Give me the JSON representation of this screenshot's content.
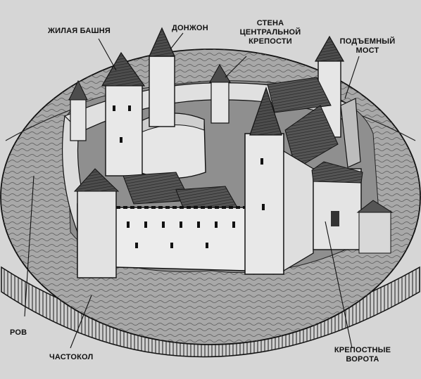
{
  "labels": {
    "residential_tower": "ЖИЛАЯ БАШНЯ",
    "donjon": "ДОНЖОН",
    "central_wall_1": "СТЕНА",
    "central_wall_2": "ЦЕНТРАЛЬНОЙ",
    "central_wall_3": "КРЕПОСТИ",
    "drawbridge_1": "ПОДЪЕМНЫЙ",
    "drawbridge_2": "МОСТ",
    "moat": "РОВ",
    "palisade": "ЧАСТОКОЛ",
    "gate_1": "КРЕПОСТНЫЕ",
    "gate_2": "ВОРОТА"
  },
  "colors": {
    "ink": "#111111",
    "paper": "#d6d6d6",
    "water": "#9a9a9a",
    "wall": "#e4e4e4",
    "roof": "#5a5a5a"
  }
}
